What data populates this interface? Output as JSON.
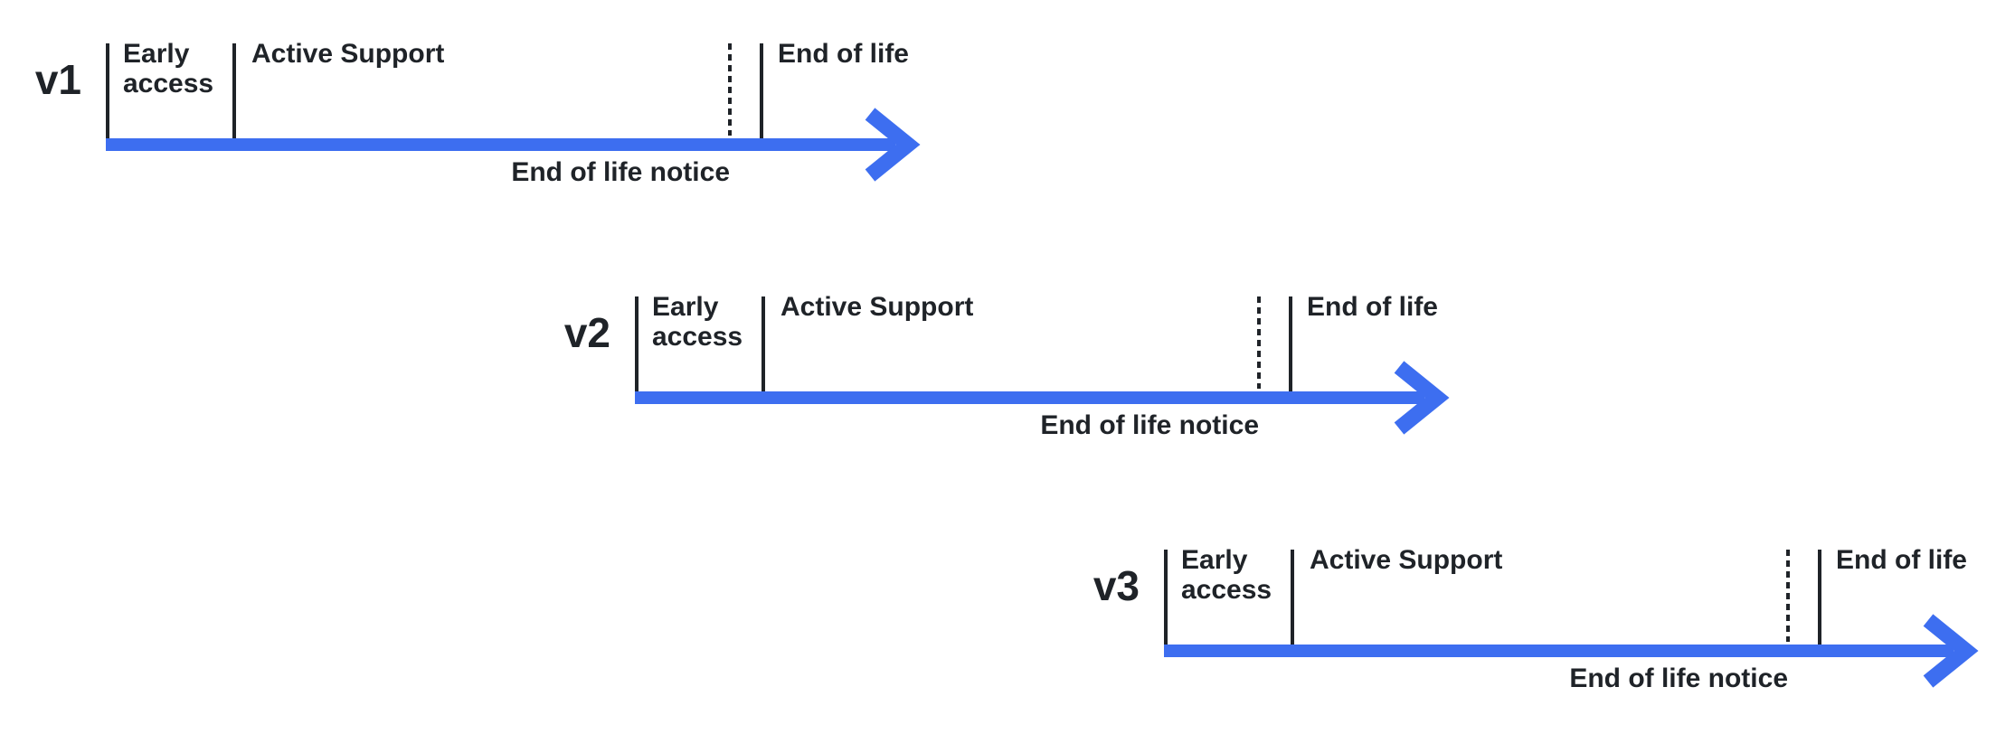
{
  "colors": {
    "background": "#ffffff",
    "arrow": "#3d6ef0",
    "tick": "#1f2328",
    "text": "#1f2328"
  },
  "timelines": [
    {
      "version": "v1",
      "early_access": "Early access",
      "active_support": "Active Support",
      "end_of_life": "End of life",
      "end_of_life_notice": "End of life notice"
    },
    {
      "version": "v2",
      "early_access": "Early access",
      "active_support": "Active Support",
      "end_of_life": "End of life",
      "end_of_life_notice": "End of life notice"
    },
    {
      "version": "v3",
      "early_access": "Early access",
      "active_support": "Active Support",
      "end_of_life": "End of life",
      "end_of_life_notice": "End of life notice"
    }
  ]
}
